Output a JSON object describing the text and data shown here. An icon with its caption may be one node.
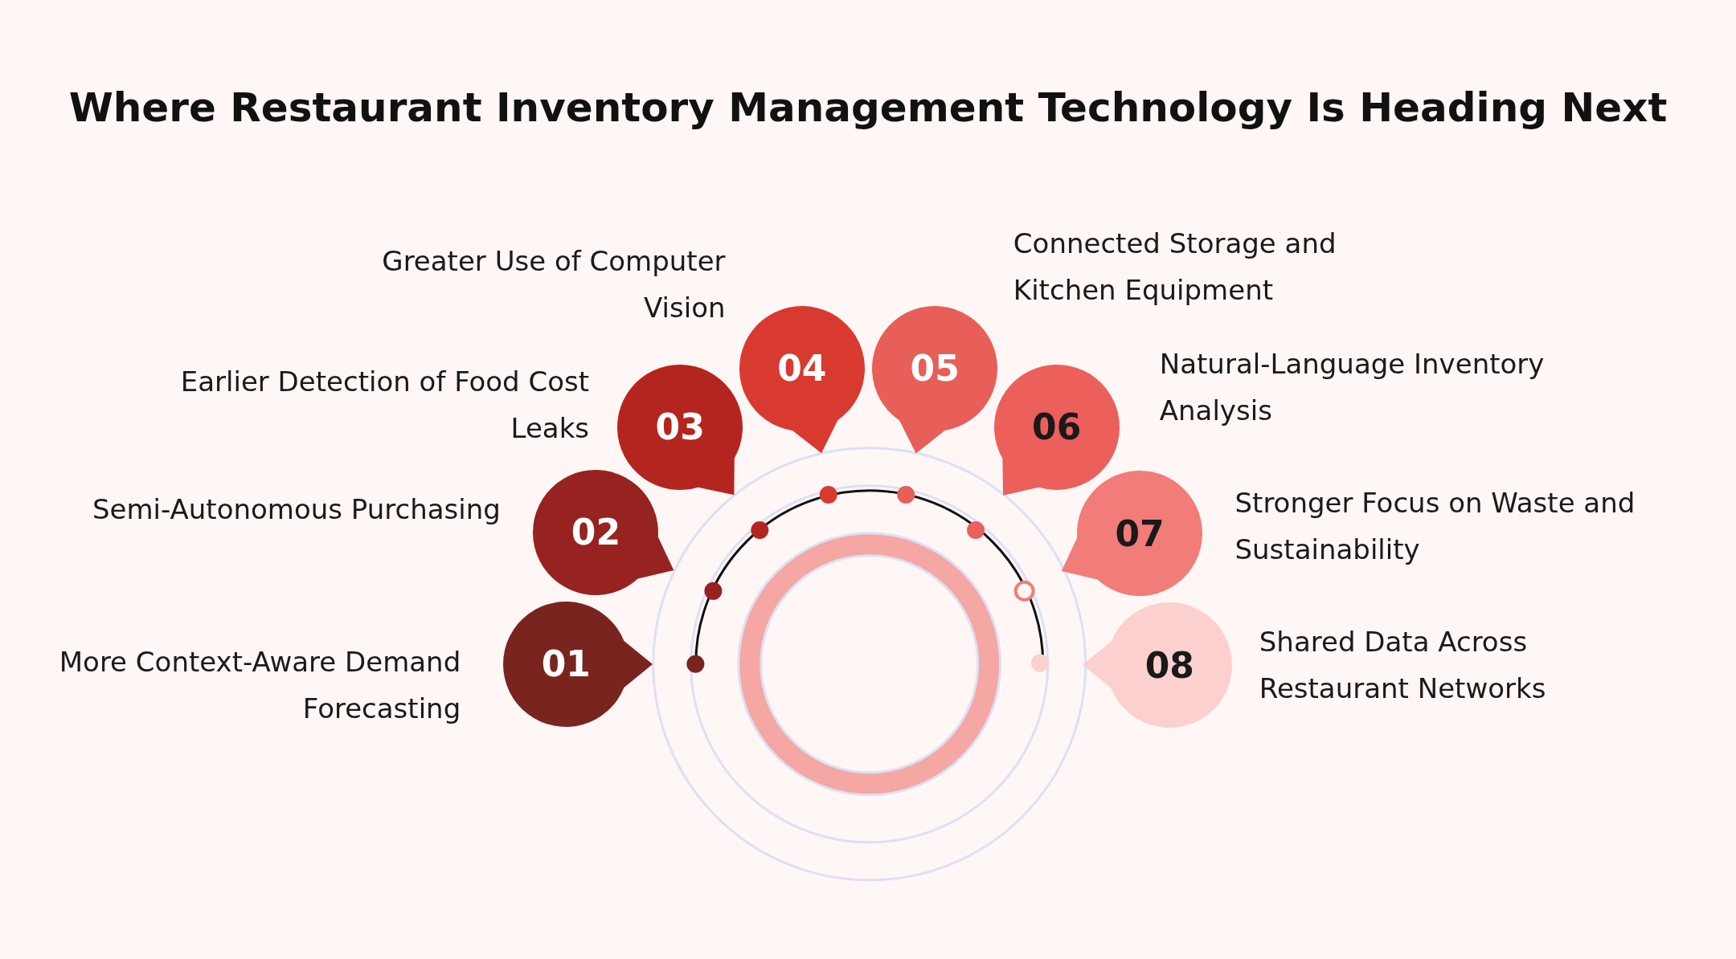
{
  "diagram": {
    "title": "Where Restaurant Inventory Management Technology Is Heading Next",
    "nodes": [
      {
        "text": [
          "01"
        ],
        "beside": [
          "More Context-Aware Demand Forecasting"
        ]
      },
      {
        "text": [
          "02"
        ],
        "beside": [
          "Semi-Autonomous Purchasing"
        ]
      },
      {
        "text": [
          "03"
        ],
        "beside": [
          "Earlier Detection of Food Cost Leaks"
        ]
      },
      {
        "text": [
          "04"
        ],
        "beside": [
          "Greater Use of Computer Vision"
        ]
      },
      {
        "text": [
          "05"
        ],
        "beside": [
          "Connected Storage and Kitchen Equipment"
        ]
      },
      {
        "text": [
          "06"
        ],
        "beside": [
          "Natural-Language Inventory Analysis"
        ]
      },
      {
        "text": [
          "07"
        ],
        "beside": [
          "Stronger Focus on Waste and Sustainability"
        ]
      },
      {
        "text": [
          "08"
        ],
        "beside": [
          "Shared Data Across Restaurant Networks"
        ]
      }
    ]
  }
}
